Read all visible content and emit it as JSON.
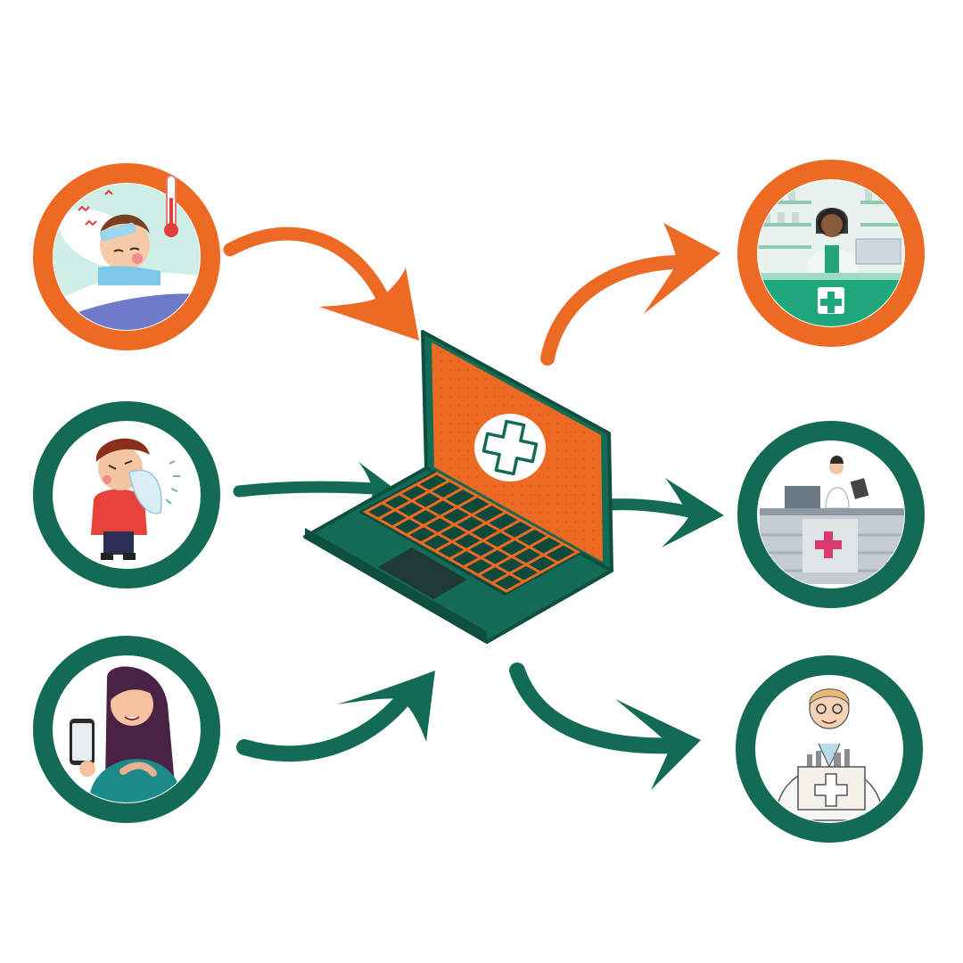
{
  "colors": {
    "orange": "#ec6a24",
    "green": "#136b55",
    "dark_green": "#0f4f40",
    "white": "#ffffff",
    "pink": "#d93a6e"
  },
  "nodes": [
    {
      "id": "sick-patient",
      "icon": "sick-child-with-fever-thermometer-icon",
      "ring_color": "orange",
      "side": "left"
    },
    {
      "id": "sneezing-patient",
      "icon": "sneezing-boy-with-tissue-icon",
      "ring_color": "green",
      "side": "left"
    },
    {
      "id": "phone-user",
      "icon": "woman-holding-phone-icon",
      "ring_color": "green",
      "side": "left"
    },
    {
      "id": "pharmacist",
      "icon": "pharmacist-at-counter-icon",
      "ring_color": "orange",
      "side": "right"
    },
    {
      "id": "hospital-reception",
      "icon": "doctor-at-reception-desk-icon",
      "ring_color": "green",
      "side": "right"
    },
    {
      "id": "medicine-delivery",
      "icon": "doctor-with-medicine-box-icon",
      "ring_color": "green",
      "side": "right"
    }
  ],
  "center": {
    "icon": "laptop-with-medical-cross-icon"
  },
  "connections": [
    {
      "from": "sick-patient",
      "to": "laptop",
      "color": "orange"
    },
    {
      "from": "sneezing-patient",
      "to": "laptop",
      "color": "green"
    },
    {
      "from": "phone-user",
      "to": "laptop",
      "color": "green"
    },
    {
      "from": "laptop",
      "to": "pharmacist",
      "color": "orange"
    },
    {
      "from": "laptop",
      "to": "hospital-reception",
      "color": "green"
    },
    {
      "from": "laptop",
      "to": "medicine-delivery",
      "color": "green"
    }
  ]
}
